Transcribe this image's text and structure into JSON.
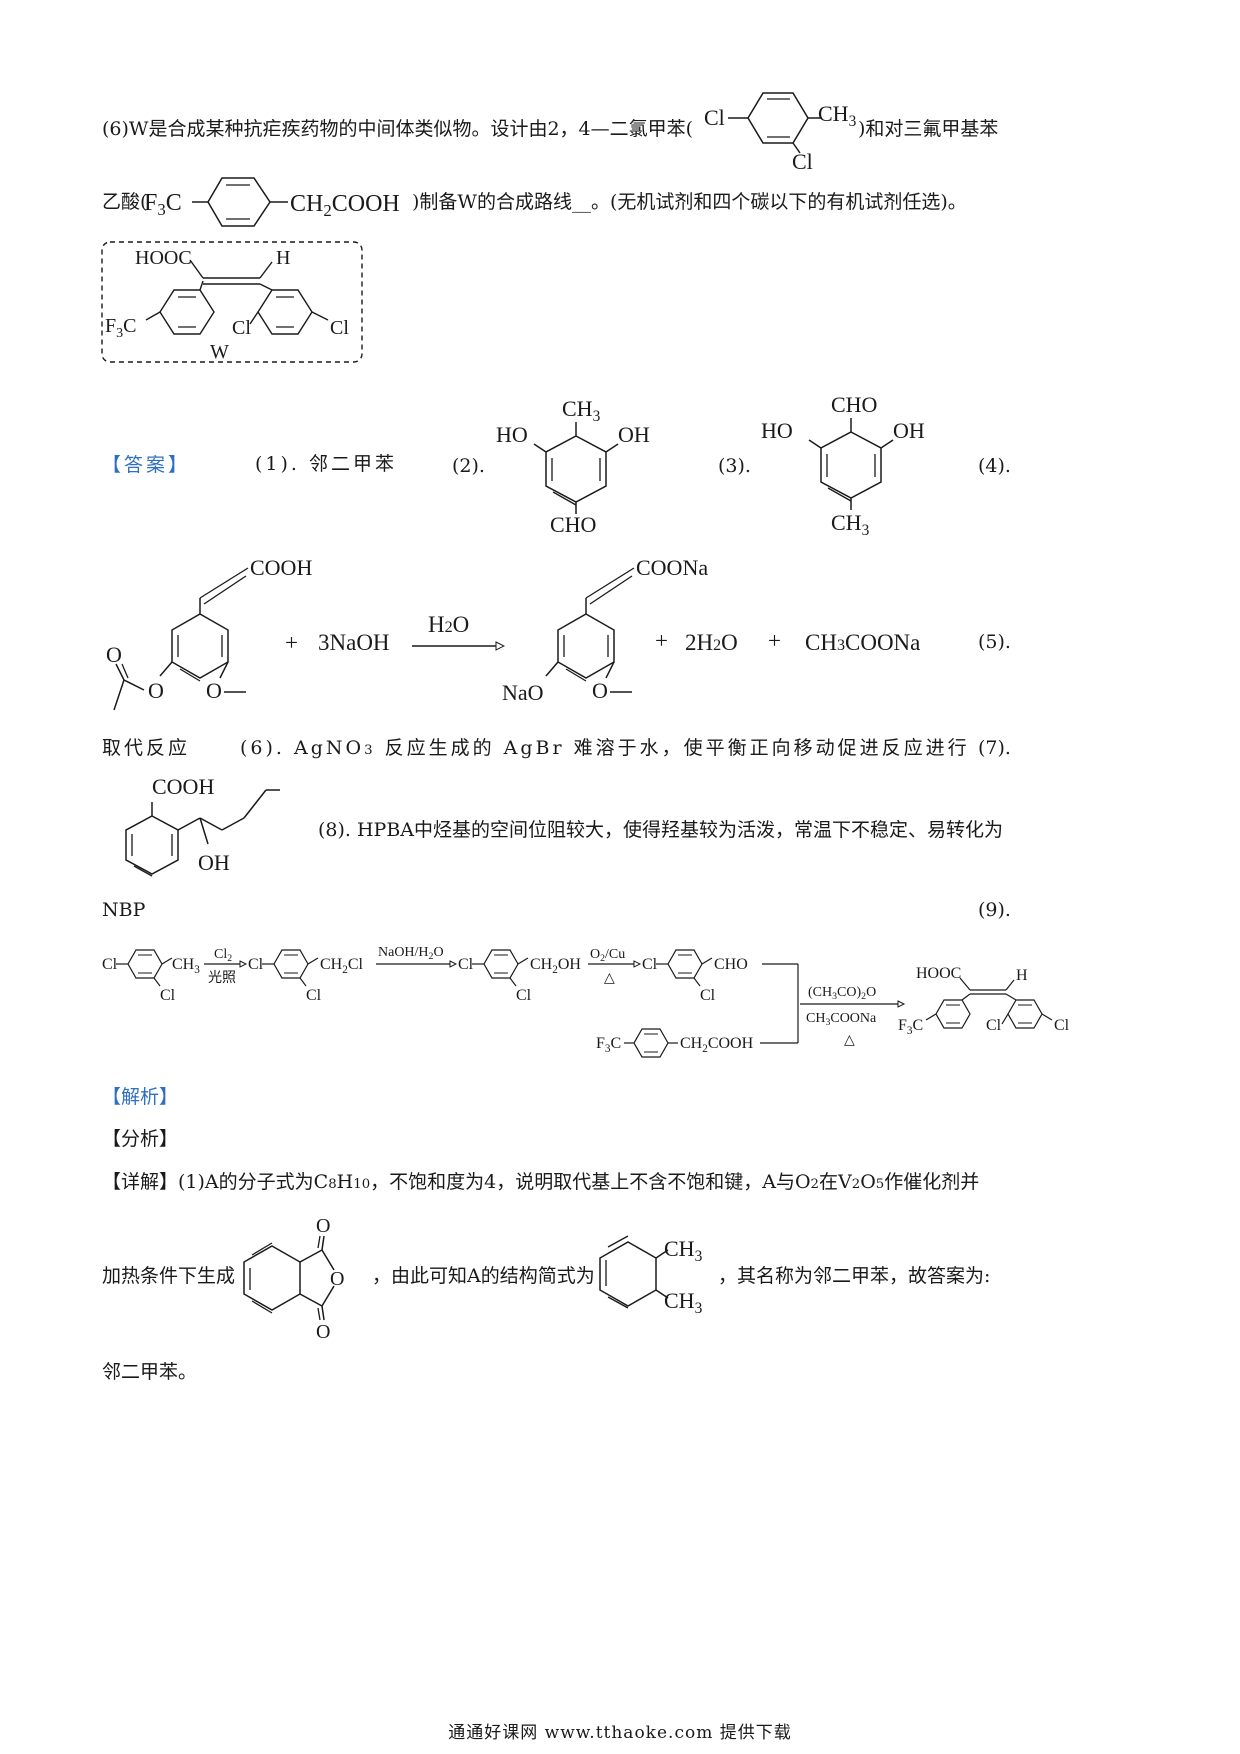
{
  "question": {
    "q6_prefix": "(6)W是合成某种抗疟疾药物的中间体类似物。设计由2，4—二氯甲苯(",
    "q6_after_mol": ")和对三氟甲基苯",
    "q6_line2_start": "乙酸(",
    "q6_line2_end": ")制备W的合成路线__。(无机试剂和四个碳以下的有机试剂任选)。",
    "w_label": "W"
  },
  "answer": {
    "tag": "【答案】",
    "a1": "(1). 邻二甲苯",
    "a2": "(2).",
    "a3": "(3).",
    "a4": "(4).",
    "reagent_naoh": "3NaOH",
    "plus": "+",
    "cond_h2o": "H2O",
    "prod_water": "2H2O",
    "prod_acetate": "CH3COONa",
    "a5": "(5).",
    "a5_text": "取代反应",
    "a6": "(6). AgNO3反应生成的 AgBr 难溶于水，使平衡正向移动促进反应进行",
    "a7": "(7).",
    "a8": "(8). HPBA中烃基的空间位阻较大，使得羟基较为活泼，常温下不稳定、易转化为",
    "a8_end": "NBP",
    "a9": "(9)."
  },
  "route": {
    "cond1_top": "Cl2",
    "cond1_bottom": "光照",
    "cond2": "NaOH/H2O",
    "cond3_top": "O2/Cu",
    "cond3_bottom": "△",
    "cond4_top": "(CH3CO)2O",
    "cond4_bottom": "CH3COONa",
    "cond4_delta": "△"
  },
  "analysis": {
    "tag_jiexi": "【解析】",
    "tag_fenxi": "【分析】",
    "detail_line1": "【详解】(1)A的分子式为C8H10，不饱和度为4，说明取代基上不含不饱和键，A与O2在V2O5作催化剂并",
    "detail_line2a": "加热条件下生成",
    "detail_line2b": "，由此可知A的结构简式为",
    "detail_line2c": "，其名称为邻二甲苯，故答案为:",
    "detail_line3": "邻二甲苯。"
  },
  "footer": "通通好课网  www.tthaoke.com  提供下载"
}
